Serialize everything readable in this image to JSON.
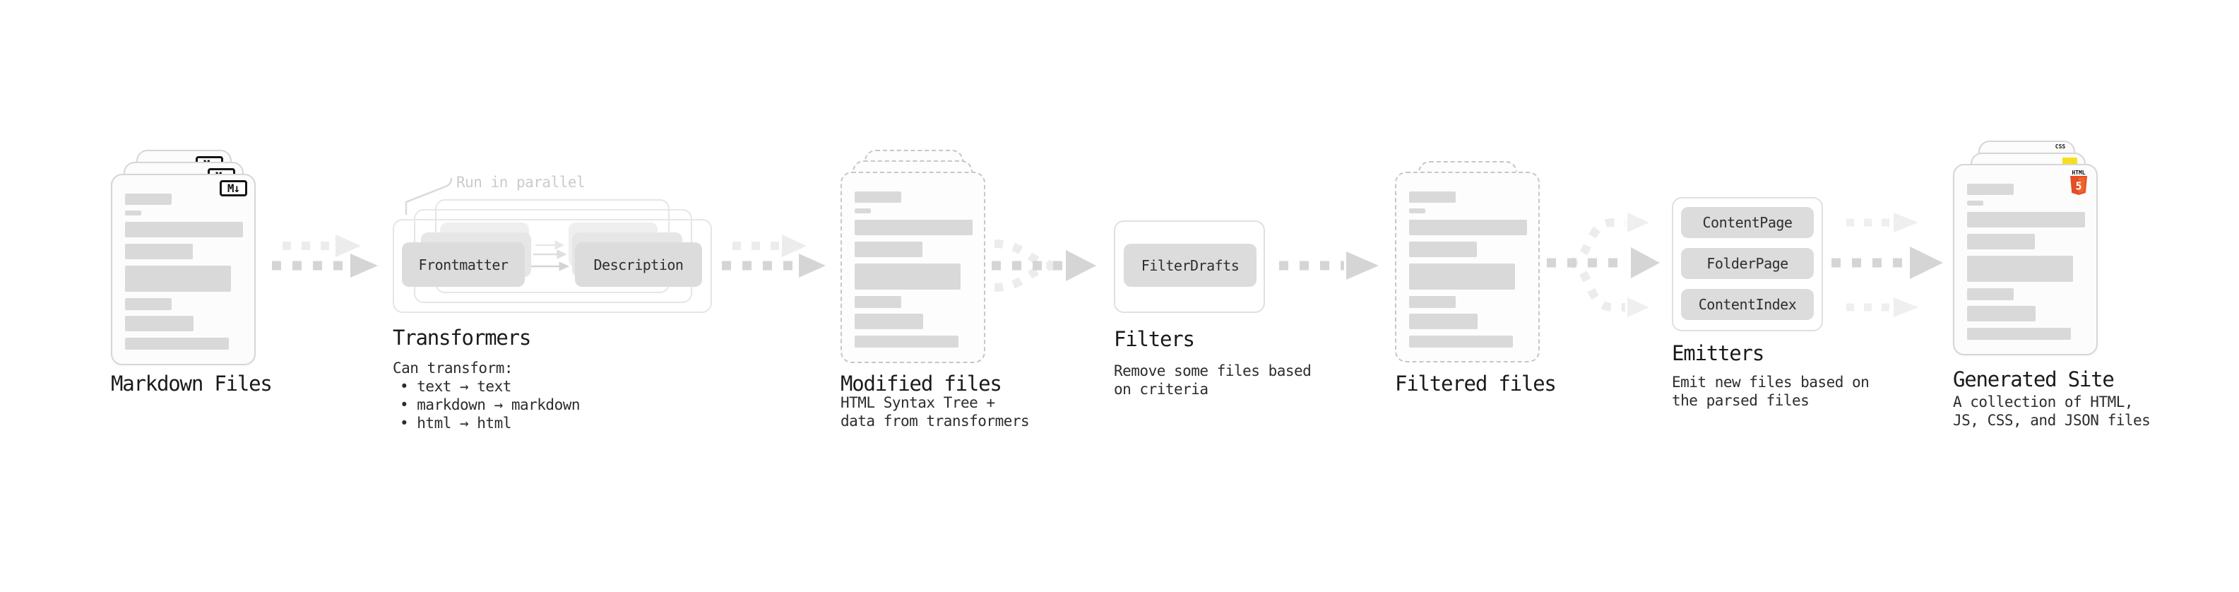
{
  "stages": {
    "markdown_files": {
      "label": "Markdown Files",
      "icon": "M↓"
    },
    "transformers": {
      "label": "Transformers",
      "annotation": "Run in parallel",
      "buttons": [
        "Frontmatter",
        "Description"
      ],
      "desc_title": "Can transform:",
      "bullets": [
        "• text → text",
        "• markdown → markdown",
        "• html → html"
      ]
    },
    "modified_files": {
      "label": "Modified files",
      "desc_lines": [
        "HTML Syntax Tree +",
        "data from transformers"
      ]
    },
    "filters": {
      "label": "Filters",
      "buttons": [
        "FilterDrafts"
      ],
      "desc_lines": [
        "Remove some files based",
        "on criteria"
      ]
    },
    "filtered_files": {
      "label": "Filtered files"
    },
    "emitters": {
      "label": "Emitters",
      "buttons": [
        "ContentPage",
        "FolderPage",
        "ContentIndex"
      ],
      "desc_lines": [
        "Emit new files based on",
        "the parsed files"
      ]
    },
    "generated_site": {
      "label": "Generated Site",
      "desc_lines": [
        "A collection of HTML,",
        "JS, CSS, and JSON files"
      ],
      "icons": {
        "html_label": "HTML",
        "html_number": "5",
        "css_label": "CSS"
      }
    }
  },
  "colors": {
    "html5_orange": "#e44d26",
    "html5_orange_light": "#f16529",
    "js_yellow": "#f7df1e",
    "css_blue": "#2b6af3"
  }
}
